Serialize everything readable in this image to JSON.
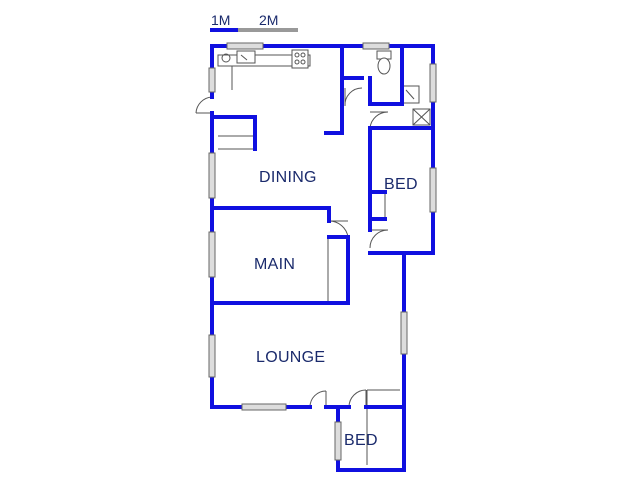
{
  "scale_bar": {
    "label_1": "1M",
    "label_2": "2M"
  },
  "rooms": {
    "dining": "DINING",
    "bed_top": "BED",
    "main": "MAIN",
    "lounge": "LOUNGE",
    "bed_bottom": "BED"
  },
  "colors": {
    "wall": "#1010e0",
    "label": "#1a2a6c",
    "fixture": "#555555",
    "window": "#cccccc",
    "scale_grey": "#999999",
    "door_arc": "#555555"
  }
}
